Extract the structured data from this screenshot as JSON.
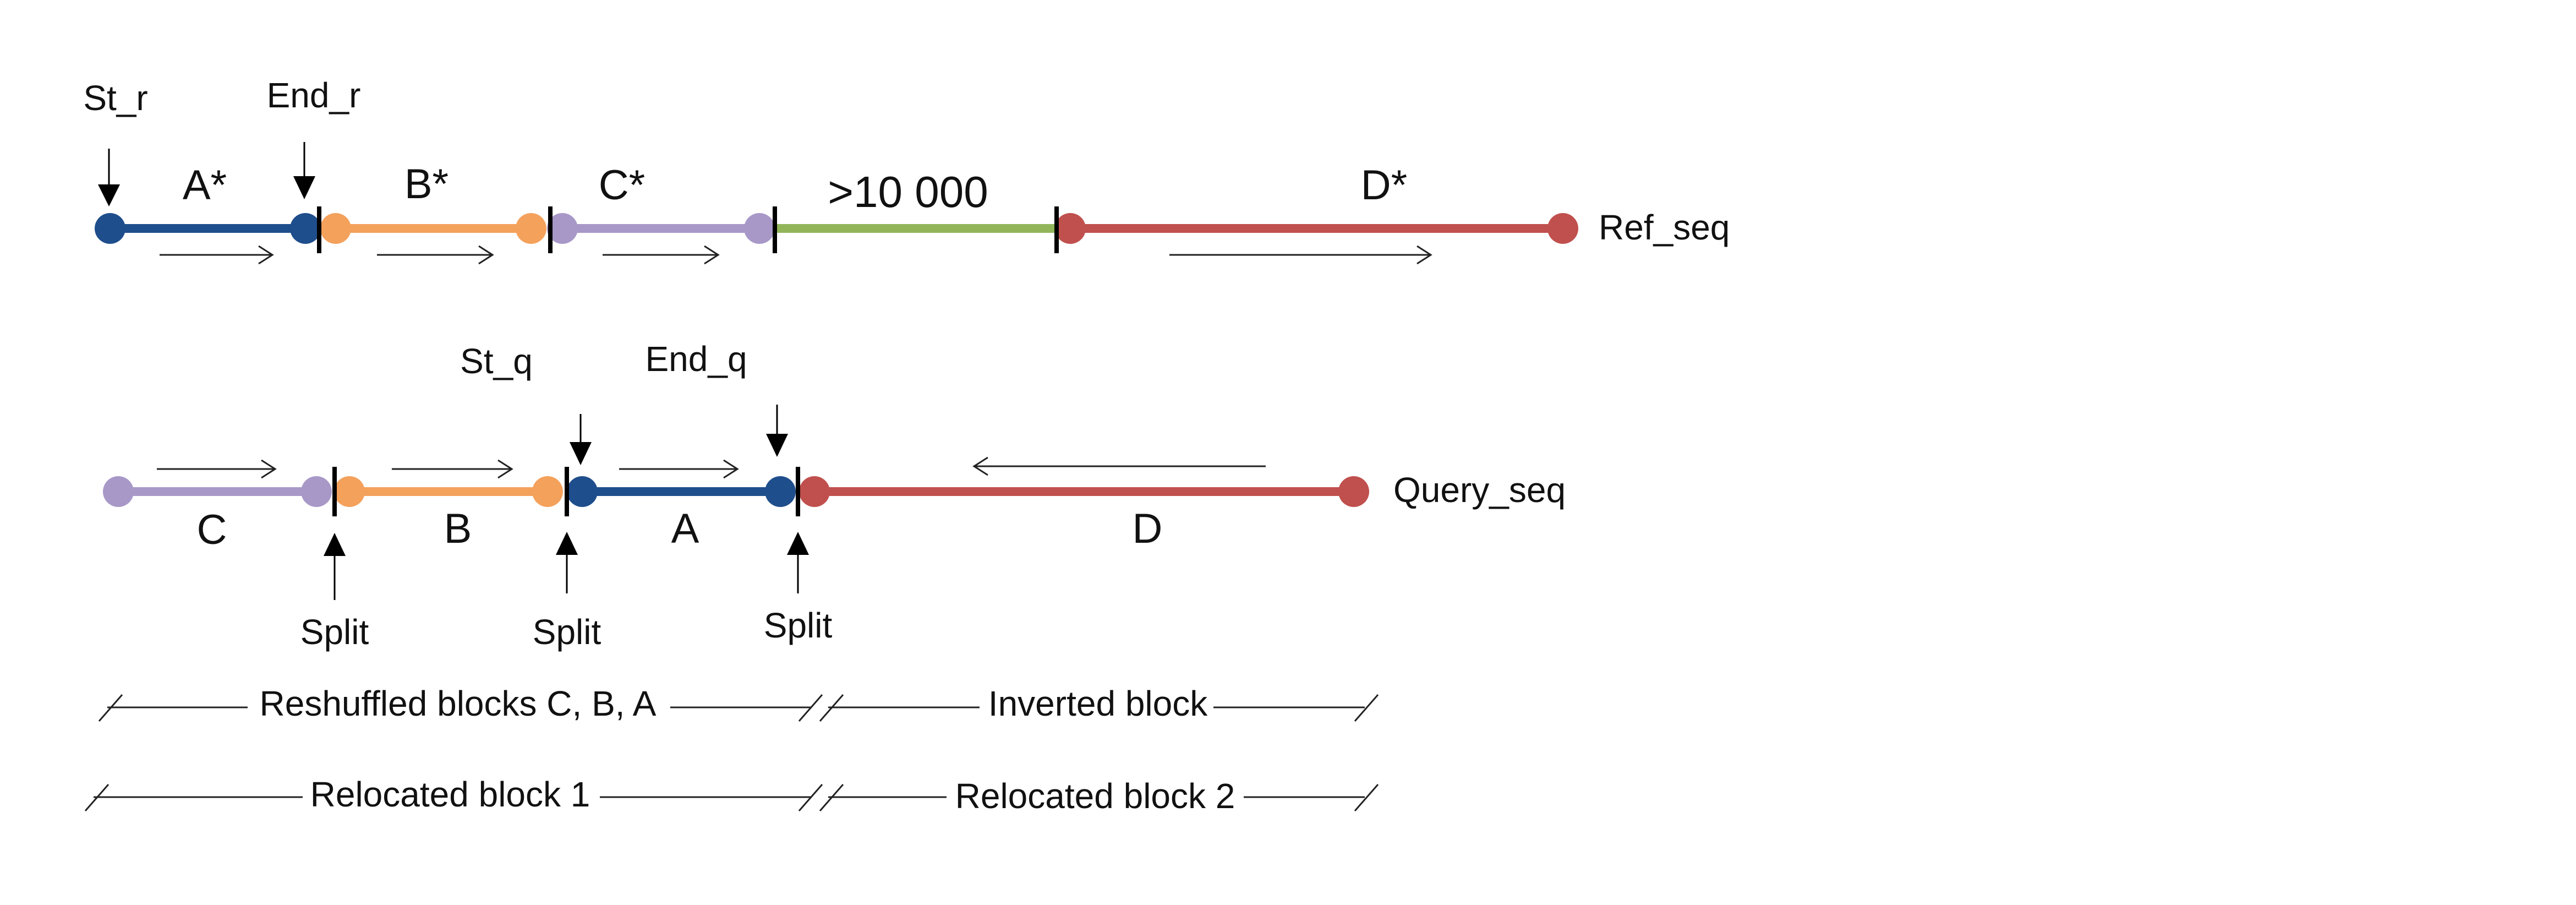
{
  "colors": {
    "A": "#1f4e8c",
    "B": "#f4a15c",
    "C": "#a898c8",
    "gap": "#92b55a",
    "D": "#c0504d"
  },
  "reference": {
    "label": "Ref_seq",
    "start_label": "St_r",
    "end_label": "End_r",
    "block_labels": {
      "A": "A*",
      "B": "B*",
      "C": "C*",
      "gap": ">10 000",
      "D": "D*"
    }
  },
  "query": {
    "label": "Query_seq",
    "start_label": "St_q",
    "end_label": "End_q",
    "block_labels": {
      "C": "C",
      "B": "B",
      "A": "A",
      "D": "D"
    },
    "split_labels": [
      "Split",
      "Split",
      "Split"
    ]
  },
  "annotations": {
    "row1_left": "Reshuffled blocks C, B, A",
    "row1_right": "Inverted block",
    "row2_left": "Relocated block 1",
    "row2_right": "Relocated block 2"
  }
}
